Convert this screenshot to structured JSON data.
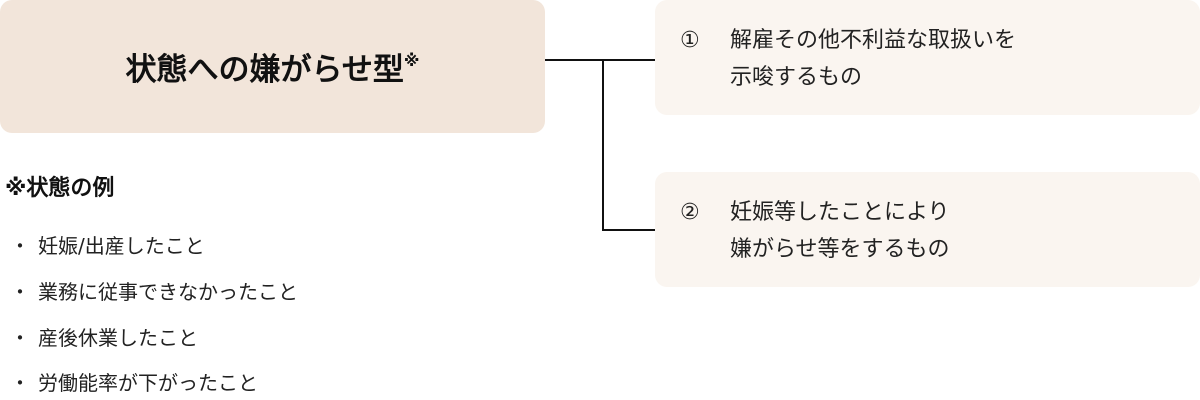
{
  "main": {
    "title": "状態への嫌がらせ型",
    "mark": "※"
  },
  "types": [
    {
      "num": "①",
      "lines": [
        "解雇その他不利益な取扱いを",
        "示唆するもの"
      ]
    },
    {
      "num": "②",
      "lines": [
        "妊娠等したことにより",
        "嫌がらせ等をするもの"
      ]
    }
  ],
  "note": {
    "title": "※状態の例",
    "bullet": "・",
    "items": [
      "妊娠/出産したこと",
      "業務に従事できなかったこと",
      "産後休業したこと",
      "労働能率が下がったこと"
    ]
  }
}
